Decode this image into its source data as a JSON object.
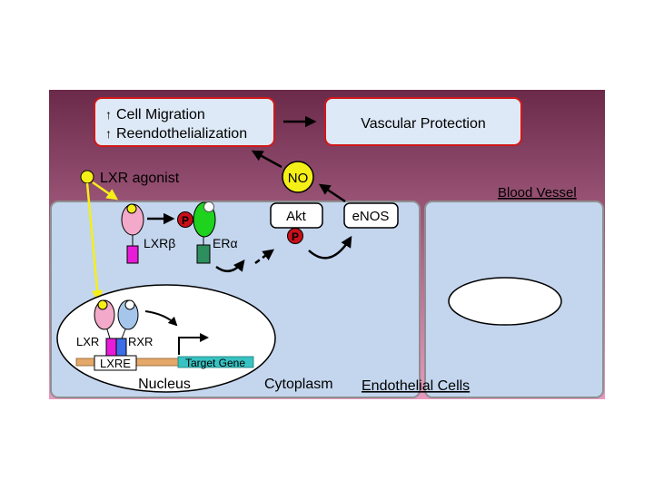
{
  "boxes": {
    "cell_migration": "Cell Migration",
    "reendothelialization": "Reendothelialization",
    "vascular_protection": "Vascular Protection"
  },
  "labels": {
    "lxr_agonist": "LXR agonist",
    "blood_vessel": "Blood Vessel",
    "no": "NO",
    "akt": "Akt",
    "enos": "eNOS",
    "phospho": "P",
    "lxr_beta": "LXRβ",
    "er_alpha": "ERα",
    "lxr": "LXR",
    "rxr": "RXR",
    "lxre": "LXRE",
    "target_gene": "Target Gene",
    "nucleus": "Nucleus",
    "cytoplasm": "Cytoplasm",
    "endothelial_cells": "Endothelial Cells"
  },
  "colors": {
    "vessel_top": "#6b2a4a",
    "vessel_bottom": "#e79ac0",
    "cell_fill": "#c4d6ee",
    "box_border": "#d01818",
    "box_fill": "#dde9f6",
    "ligand": "#f5ef18",
    "lxr_pink": "#f3a9c9",
    "rxr_blue": "#a5c6ea",
    "magenta": "#e81bd8",
    "er_green": "#1ed21e",
    "er_dark": "#2e8f5e",
    "phospho_red": "#c8101a",
    "dna_orange": "#e3a86a",
    "dna_teal": "#39c2c2"
  }
}
